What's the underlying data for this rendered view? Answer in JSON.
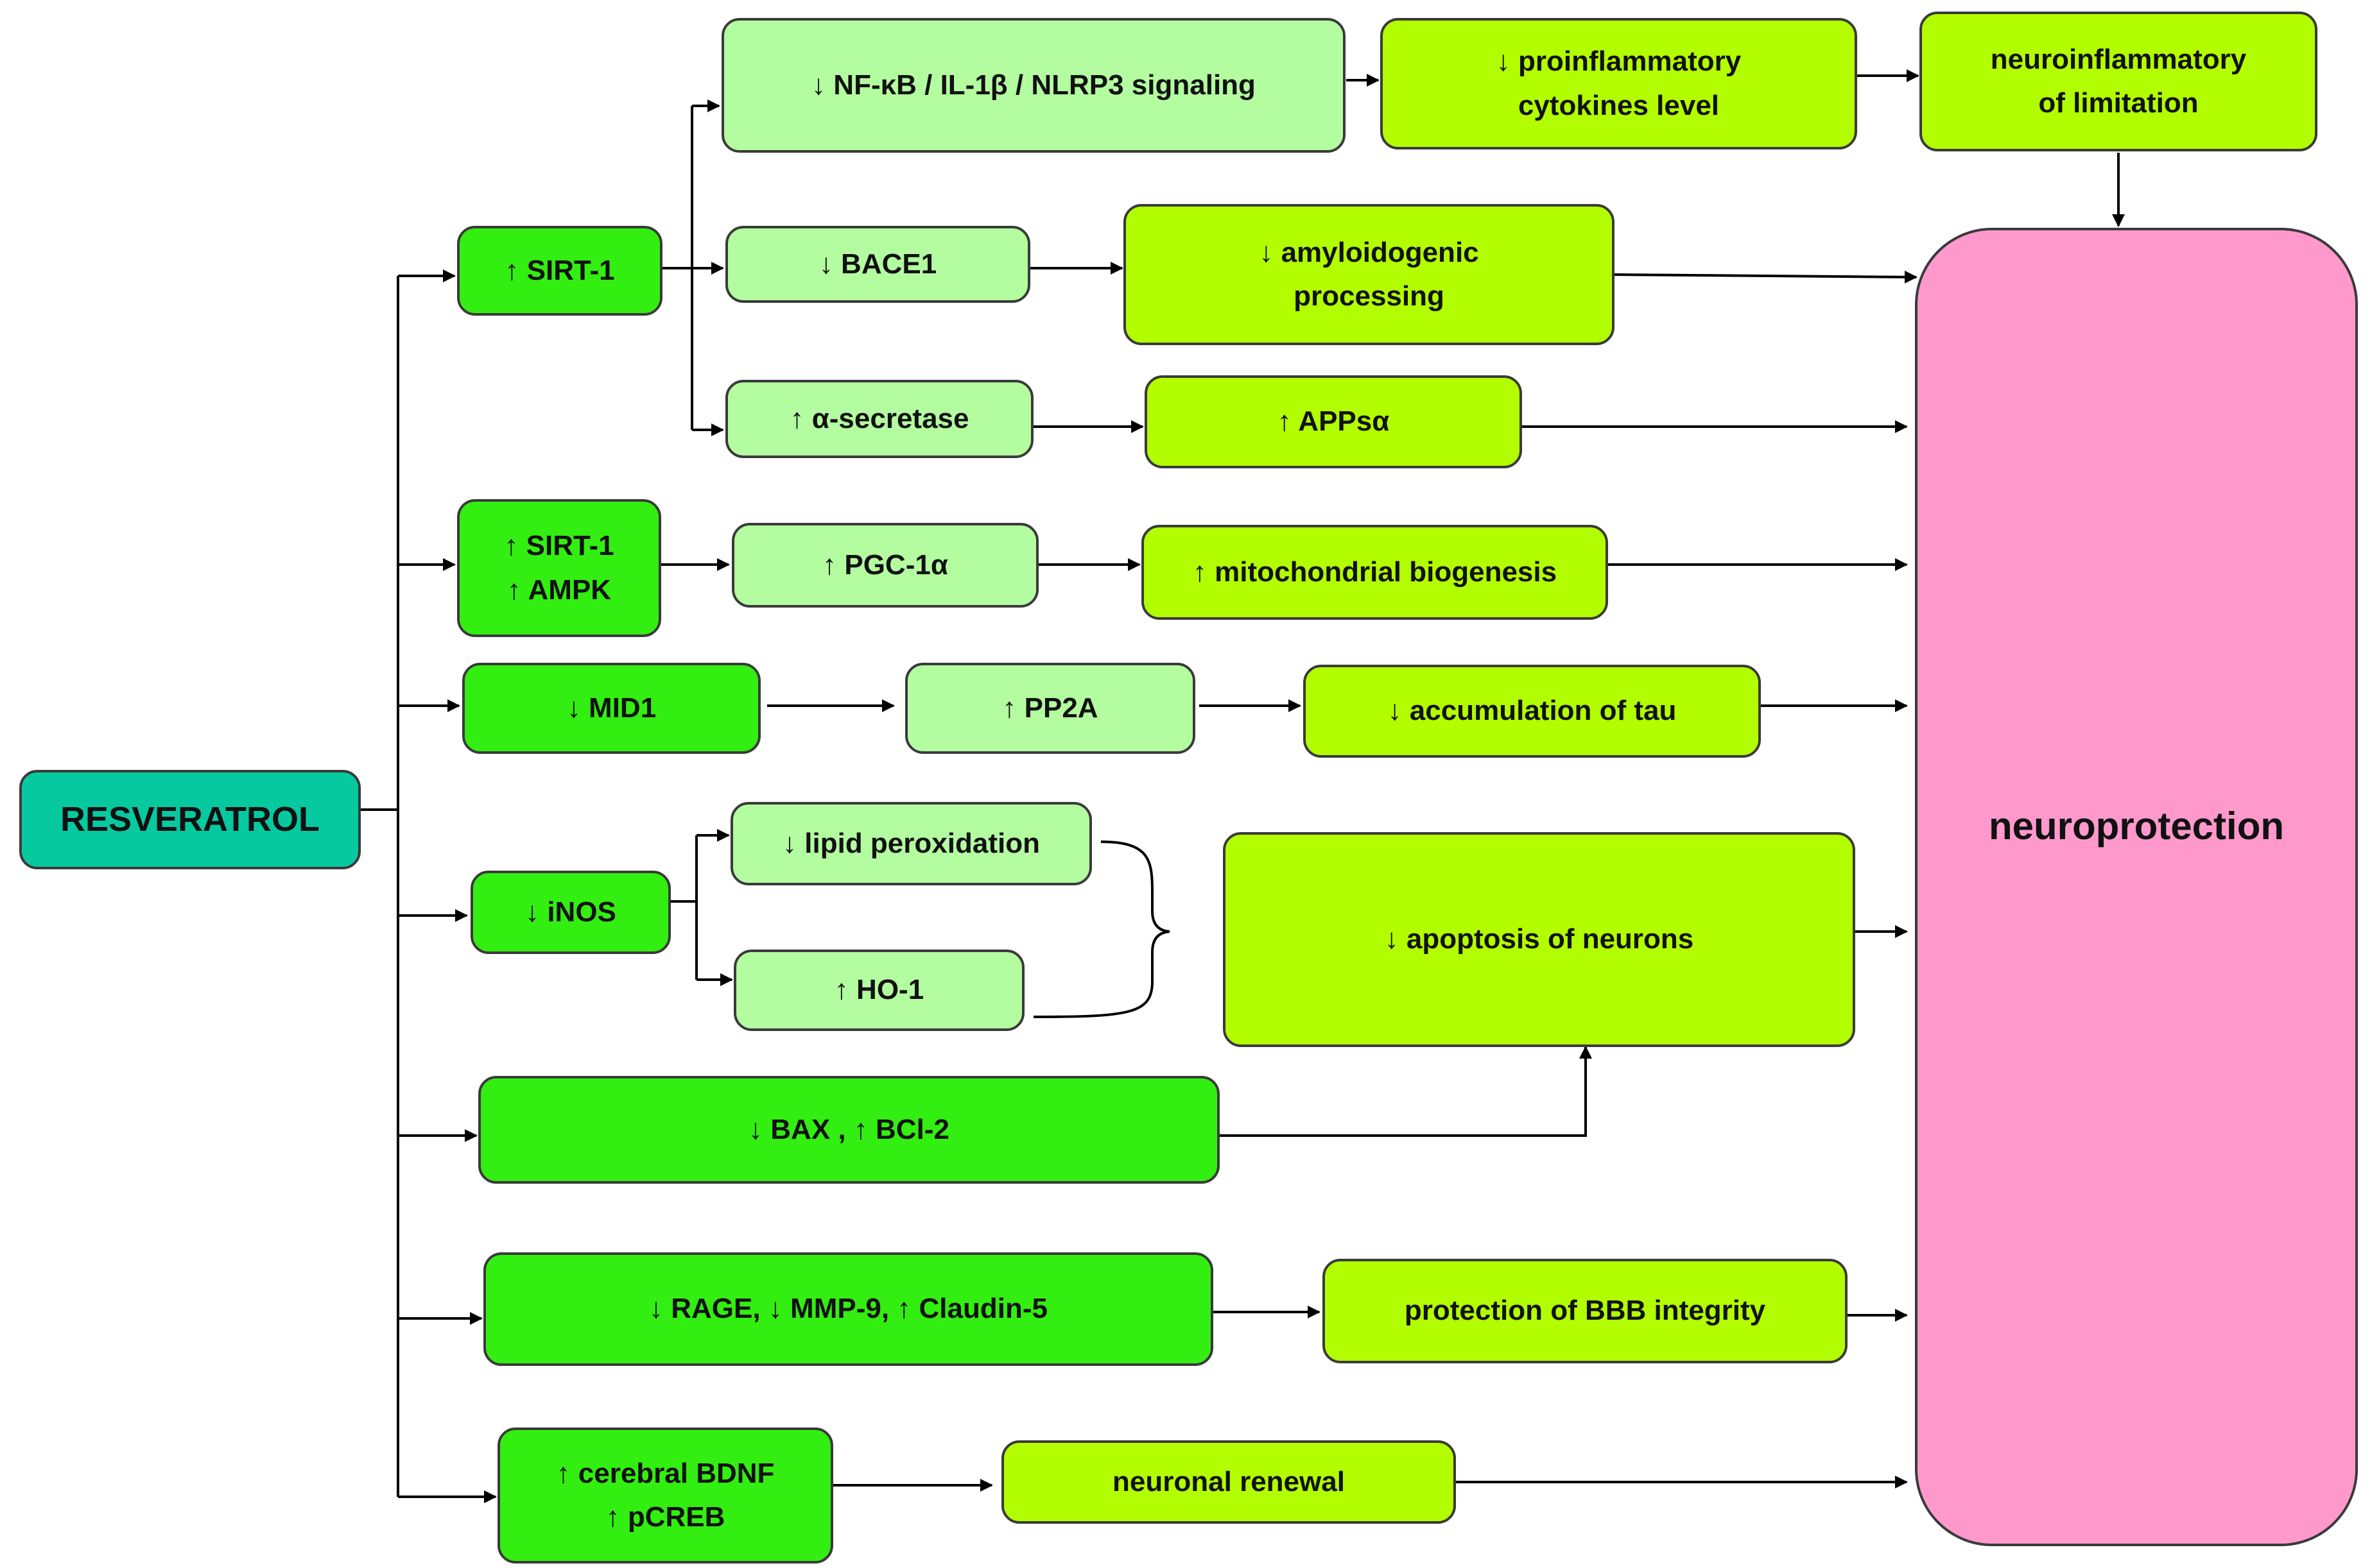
{
  "colors": {
    "source_node": "#06c9a0",
    "primary_targets": "#33ee11",
    "secondary_targets": "#b3fca0",
    "effects": "#b2fe00",
    "outcome": "#ff99cc",
    "connectors": "#000000"
  },
  "nodes": {
    "resveratrol": "RESVERATROL",
    "sirt1_top": "↑ SIRT-1",
    "nfkb": "↓ NF-κB / IL-1β / NLRP3 signaling",
    "cytokines": [
      "↓ proinflammatory",
      "cytokines level"
    ],
    "neuroinflam": [
      "neuroinflammatory",
      "of limitation"
    ],
    "bace1": "↓ BACE1",
    "amyloid": [
      "↓ amyloidogenic",
      "processing"
    ],
    "alpha_secretase": "↑ α-secretase",
    "appsa": "↑ APPsα",
    "sirt1_ampk": [
      "↑ SIRT-1",
      "↑ AMPK"
    ],
    "pgc1a": "↑ PGC-1α",
    "mito": "↑ mitochondrial biogenesis",
    "mid1": "↓ MID1",
    "pp2a": "↑ PP2A",
    "tau": "↓ accumulation of tau",
    "inos": "↓ iNOS",
    "lipid": "↓ lipid peroxidation",
    "ho1": "↑ HO-1",
    "apoptosis": "↓ apoptosis of neurons",
    "bax": "↓ BAX , ↑ BCl-2",
    "rage": "↓ RAGE, ↓ MMP-9, ↑ Claudin-5",
    "bbb": "protection of BBB integrity",
    "bdnf": [
      "↑ cerebral BDNF",
      "↑ pCREB"
    ],
    "renewal": "neuronal renewal",
    "neuroprotection": "neuroprotection"
  }
}
